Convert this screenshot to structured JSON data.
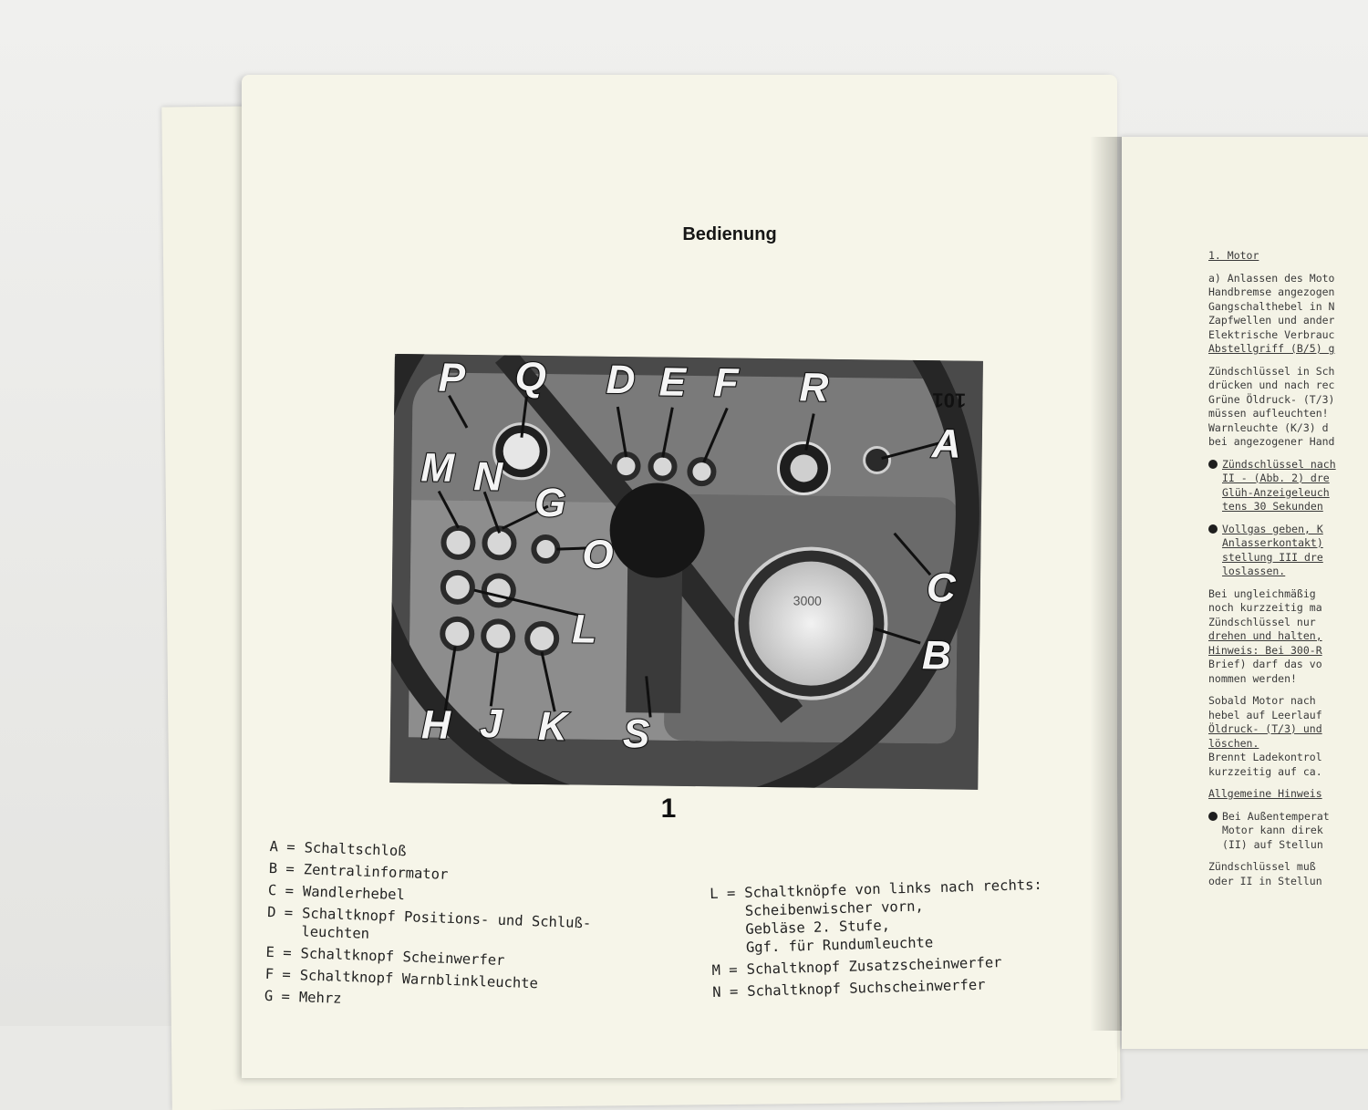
{
  "page": {
    "title": "Bedienung",
    "figure_number": "1",
    "figure_ref": "101"
  },
  "callouts": [
    "P",
    "Q",
    "D",
    "E",
    "F",
    "R",
    "A",
    "M",
    "N",
    "G",
    "O",
    "C",
    "L",
    "B",
    "H",
    "J",
    "K",
    "S"
  ],
  "legend_left": [
    {
      "key": "A =",
      "text": "Schaltschloß"
    },
    {
      "key": "B =",
      "text": "Zentralinformator"
    },
    {
      "key": "C =",
      "text": "Wandlerhebel"
    },
    {
      "key": "D =",
      "text": "Schaltknopf Positions- und Schluß-\nleuchten"
    },
    {
      "key": "E =",
      "text": "Schaltknopf Scheinwerfer"
    },
    {
      "key": "F =",
      "text": "Schaltknopf Warnblinkleuchte"
    },
    {
      "key": "G =",
      "text": "Mehrz"
    }
  ],
  "legend_right": [
    {
      "key": "L =",
      "text": "Schaltknöpfe von links nach rechts:\nScheibenwischer vorn,\nGebläse 2. Stufe,\nGgf. für Rundumleuchte"
    },
    {
      "key": "M =",
      "text": "Schaltknopf Zusatzscheinwerfer"
    },
    {
      "key": "N =",
      "text": "Schaltknopf Suchscheinwerfer"
    }
  ],
  "right_page": {
    "heading": "1. Motor",
    "subheading": "a) Anlassen des Moto",
    "block1": [
      "Handbremse angezogen",
      "Gangschalthebel in N",
      "Zapfwellen und ander",
      "Elektrische Verbrauc",
      "Abstellgriff (B/5) g"
    ],
    "block2": [
      "Zündschlüssel in Sch",
      "drücken und nach rec",
      "Grüne Öldruck- (T/3)",
      "müssen aufleuchten!",
      "Warnleuchte (K/3) d",
      "bei angezogener Hand"
    ],
    "bullet1": [
      "Zündschlüssel nach",
      "II - (Abb. 2) dre",
      "Glüh-Anzeigeleuch",
      "tens 30 Sekunden"
    ],
    "bullet2": [
      "Vollgas geben, K",
      "Anlasserkontakt)",
      "stellung III dre",
      "loslassen."
    ],
    "para1": [
      "Bei ungleichmäßig",
      "noch kurzzeitig ma",
      "Zündschlüssel nur",
      "drehen und halten,"
    ],
    "hinweis": [
      "Hinweis: Bei 300-R",
      "Brief) darf das vo",
      "nommen werden!"
    ],
    "para2": [
      "Sobald Motor nach",
      "hebel auf Leerlauf",
      "Öldruck- (T/3) und",
      "löschen.",
      "Brennt Ladekontrol",
      "kurzzeitig auf ca."
    ],
    "allgemein": "Allgemeine Hinweis",
    "bullet3": [
      "Bei Außentemperat",
      "Motor kann direk",
      "(II) auf Stellun"
    ],
    "para3": [
      "Zündschlüssel muß",
      "oder II in Stellun"
    ]
  }
}
